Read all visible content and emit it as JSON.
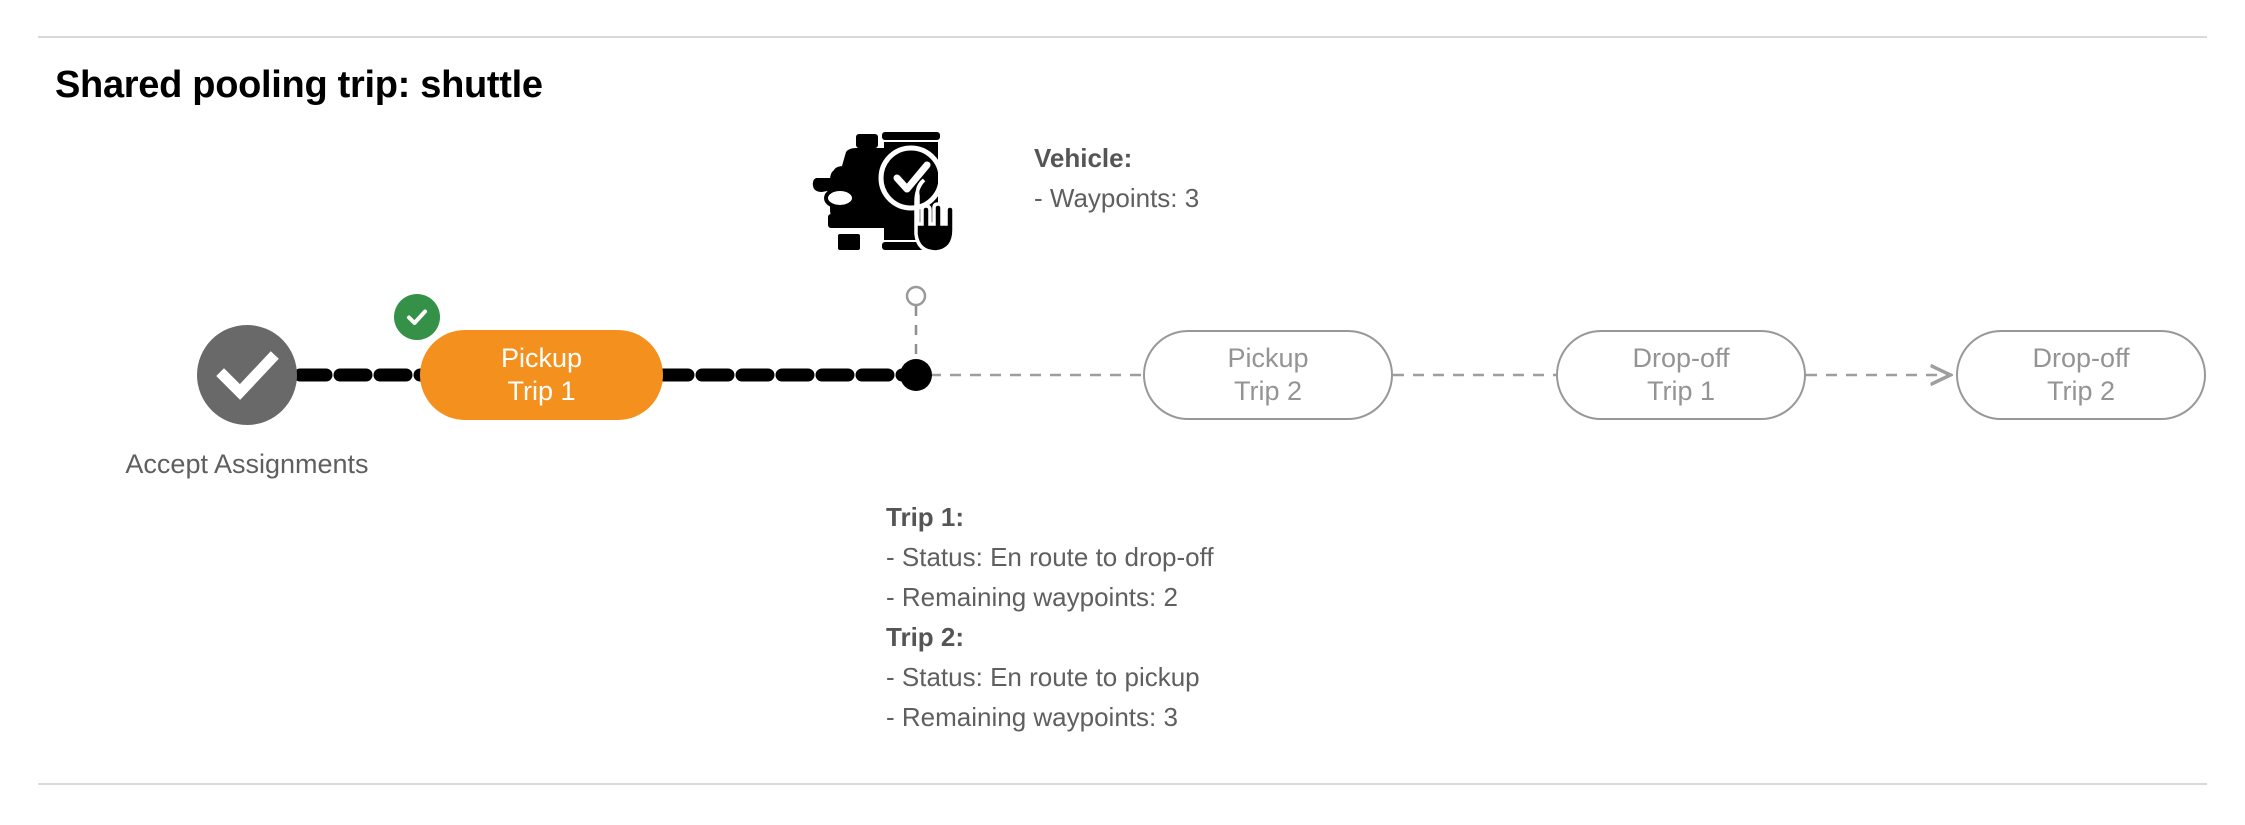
{
  "page": {
    "title": "Shared pooling trip: shuttle"
  },
  "colors": {
    "active_pill": "#F4911E",
    "pending_pill_border": "#989898",
    "pending_pill_text": "#949494",
    "accept_circle": "#696969",
    "check_badge": "#349147",
    "label_text": "#5f5f5f",
    "rule": "#d9d9d9",
    "completed_path": "#000000",
    "upcoming_path": "#9e9e9e"
  },
  "flow": {
    "accept_node": {
      "label_line1": "Accept",
      "label_line2": "Assignments",
      "icon": "check-circle-filled"
    },
    "steps": [
      {
        "id": "pickup-trip-1",
        "line1": "Pickup",
        "line2": "Trip 1",
        "state": "active",
        "badge": "completed-check"
      },
      {
        "id": "pickup-trip-2",
        "line1": "Pickup",
        "line2": "Trip 2",
        "state": "pending",
        "badge": null
      },
      {
        "id": "dropoff-trip-1",
        "line1": "Drop-off",
        "line2": "Trip 1",
        "state": "pending",
        "badge": null
      },
      {
        "id": "dropoff-trip-2",
        "line1": "Drop-off",
        "line2": "Trip 2",
        "state": "pending",
        "badge": null
      }
    ]
  },
  "vehicle": {
    "icon": "car-phone-check-icon",
    "marker": "vehicle-position-marker",
    "info": {
      "heading": "Vehicle",
      "heading_suffix": ":",
      "lines": [
        "- Waypoints: 3"
      ]
    }
  },
  "trips": [
    {
      "heading": "Trip 1",
      "heading_suffix": ":",
      "status_label": "- Status:",
      "status_value": "En route to drop-off",
      "waypoints_line": "- Remaining waypoints: 2"
    },
    {
      "heading": "Trip 2",
      "heading_suffix": ":",
      "status_label": "- Status:",
      "status_value": "En route to pickup",
      "waypoints_line": "- Remaining waypoints: 3"
    }
  ]
}
